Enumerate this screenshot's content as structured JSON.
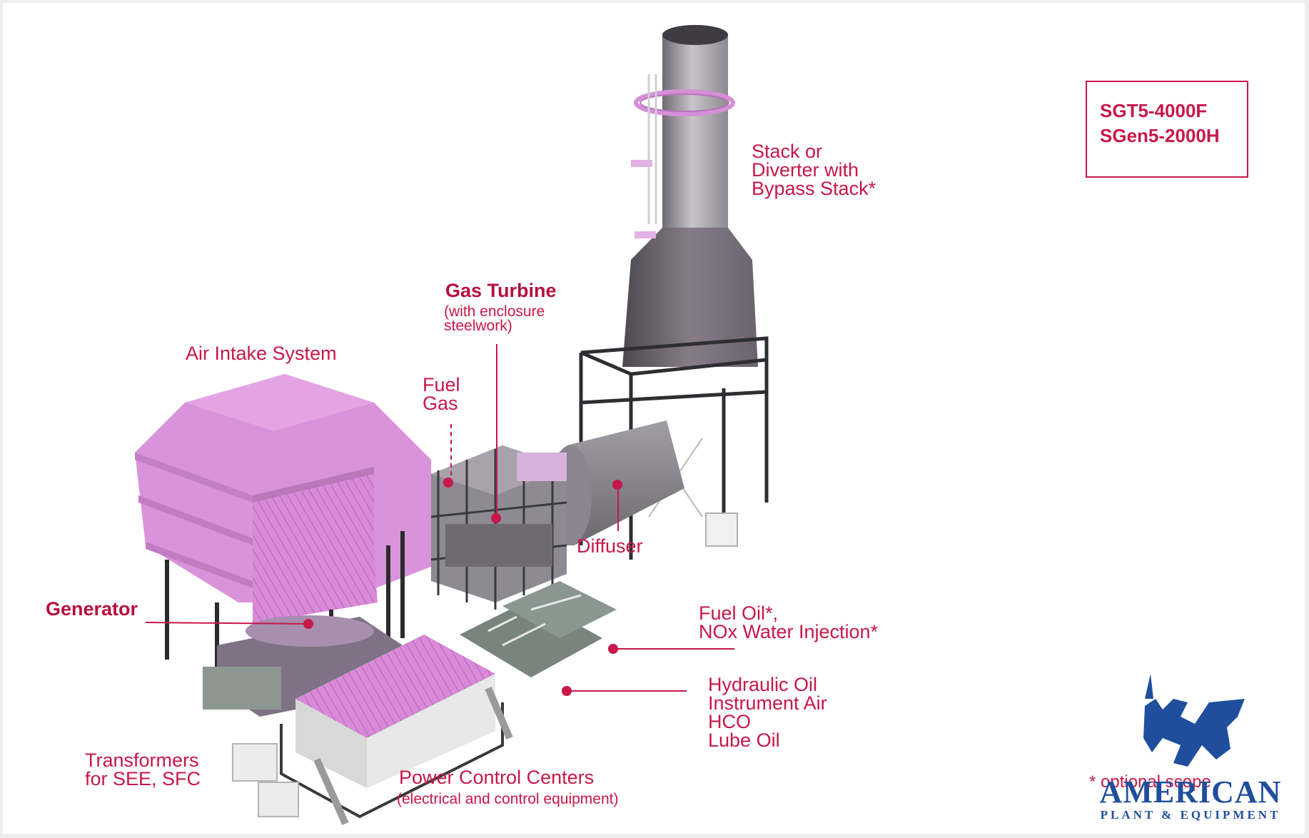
{
  "model": {
    "line1": "SGT5-4000F",
    "line2": "SGen5-2000H"
  },
  "labels": {
    "stack": "Stack or\nDiverter with\nBypass Stack*",
    "gas_turbine": "Gas Turbine",
    "gas_turbine_note": "(with enclosure\nsteelwork)",
    "air_intake": "Air Intake System",
    "fuel_gas": "Fuel\nGas",
    "diffuser": "Diffuser",
    "generator": "Generator",
    "fuel_oil": "Fuel Oil*,\nNOx Water Injection*",
    "hydraulic": "Hydraulic Oil\nInstrument Air\nHCO\nLube Oil",
    "transformers": "Transformers\nfor SEE, SFC",
    "power_control": "Power Control Centers",
    "power_control_note": "(electrical and control equipment)",
    "footnote": "* optional scope"
  },
  "logo": {
    "name": "AMERICAN",
    "tagline": "PLANT & EQUIPMENT"
  },
  "colors": {
    "accent": "#c8174a",
    "magenta_roof": "#d98ad8",
    "steel": "#9a9aa0",
    "logo_blue": "#1f4f9c"
  }
}
